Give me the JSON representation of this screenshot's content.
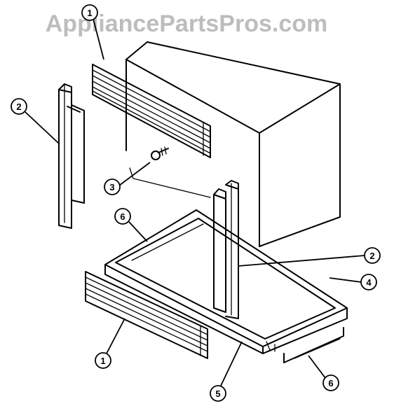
{
  "watermark": "AppliancePartsPros.com",
  "callouts": [
    {
      "id": "c1-top",
      "label": "1"
    },
    {
      "id": "c2-left",
      "label": "2"
    },
    {
      "id": "c3",
      "label": "3"
    },
    {
      "id": "c6-top",
      "label": "6"
    },
    {
      "id": "c2-right",
      "label": "2"
    },
    {
      "id": "c4",
      "label": "4"
    },
    {
      "id": "c1-bottom",
      "label": "1"
    },
    {
      "id": "c5",
      "label": "5"
    },
    {
      "id": "c6-bottom",
      "label": "6"
    }
  ]
}
